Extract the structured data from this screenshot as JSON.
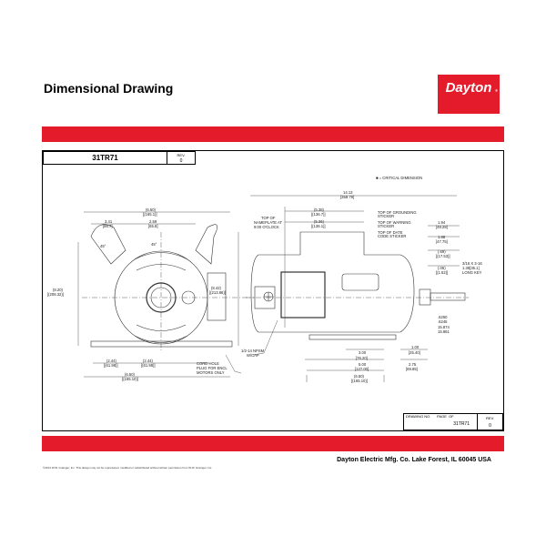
{
  "header": {
    "title": "Dimensional Drawing",
    "logo": "Dayton"
  },
  "drawing": {
    "part_number": "31TR71",
    "rev_label": "REV.",
    "rev_value": "0",
    "critical_note": "■ = CRITICAL DIMENSION",
    "front_view": {
      "width_top": "(6.50)",
      "width_top_mm": "[(165.1)]",
      "left_offset": "3.41",
      "left_offset_mm": "[86.7]",
      "right_offset": "2.59",
      "right_offset_mm": "[65.8]",
      "angle_left": "45°",
      "angle_right": "45°",
      "height_left": "(8.20)",
      "height_left_mm": "[(208.32)]",
      "height_right": "(8.42)",
      "height_right_mm": "[(213.86)]",
      "foot_left": "(2.44)",
      "foot_left_mm": "[(61.98)]",
      "foot_right": "(2.44)",
      "foot_right_mm": "[(61.98)]",
      "base_width": "(6.50)",
      "base_width_mm": "[(165.10)]",
      "cord_note": [
        "CORD HOLE",
        "PLUG FOR ENCL",
        "MOTORS ONLY"
      ]
    },
    "side_view": {
      "overall": "14.13",
      "overall_mm": "[358.79]",
      "dim_a": "(5.38)",
      "dim_a_mm": "[(136.7)]",
      "dim_b": "(5.36)",
      "dim_b_mm": "[(136.1)]",
      "nameplate_note": [
        "TOP OF",
        "NAMEPLATE AT",
        "9:00 O'CLOCK"
      ],
      "grounding_note": [
        "TOP OF GROUNDING",
        "STICKER"
      ],
      "warning_note": [
        "TOP OF WARNING",
        "STICKER"
      ],
      "date_note": [
        "TOP OF DATE",
        "CODE STICKER"
      ],
      "dim_c": "1.94",
      "dim_c_mm": "[49.28]",
      "dim_d": "1.88",
      "dim_d_mm": "[47.75]",
      "dim_e": "(.69)",
      "dim_e_mm": "[(17.53)]",
      "dim_f": "(.06)",
      "dim_f_mm": "[(1.52)]",
      "key_note": [
        "3/16 X 3-16",
        "1.38[35.1]",
        "LONG KEY"
      ],
      "shaft_a": ".6250",
      "shaft_b": ".6245",
      "shaft_mm_a": "15.874",
      "shaft_mm_b": "15.861",
      "npsm_note": [
        "1/2-14 NPSM",
        "W/CAP"
      ],
      "dim_g": "3.00",
      "dim_g_mm": "[76.20]",
      "dim_h": "1.00",
      "dim_h_mm": "[25.40]",
      "dim_i": "5.00",
      "dim_i_mm": "[127.00]",
      "dim_j": "2.75",
      "dim_j_mm": "[69.85]",
      "dim_k": "(6.50)",
      "dim_k_mm": "[(165.10)]"
    },
    "title_block": {
      "drawing_no_label": "DRAWING NO.",
      "page_label": "PAGE",
      "of_label": "OF",
      "drawing_no": "31TR71",
      "rev_label": "REV.",
      "rev_value": "0"
    }
  },
  "footer": {
    "company": "Dayton Electric Mfg. Co.  Lake Forest, IL  60045  USA",
    "copyright": "©2013 W.W. Grainger, Inc.   This design may not be reproduced, modified or redistributed without written permission from W.W. Grainger, Inc."
  },
  "colors": {
    "brand_red": "#e31b2b"
  }
}
